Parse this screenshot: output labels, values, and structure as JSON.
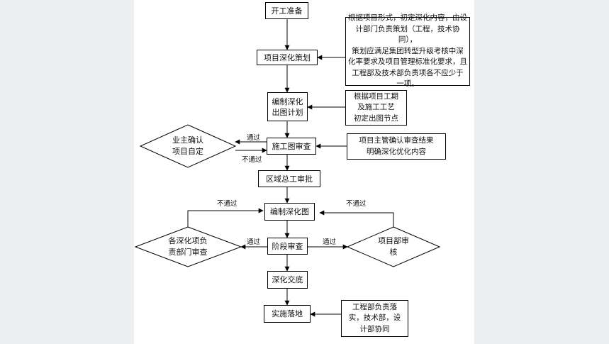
{
  "nodes": {
    "start": "开工准备",
    "plan": "项目深化策划",
    "schedule": "编制深化\n出图计划",
    "review": "施工图审查",
    "region": "区域总工审批",
    "draw": "编制深化图",
    "stage": "阶段审查",
    "handover": "深化交底",
    "implement": "实施落地"
  },
  "decisions": {
    "owner": "业主确认\n项目自定",
    "depts": "各深化项负\n责部门审查",
    "project": "项目部审\n核"
  },
  "notes": {
    "plan_note": "根据项目形式，初定深化内容，由设\n计部门负责策划（工程，技术协同），\n策划应满足集团转型升级考核中深\n化率要求及项目管理标准化要求，且\n工程部及技术部负责项各不应少于\n一项。",
    "schedule_note": "根据项目工期\n及施工工艺\n初定出图节点",
    "review_note": "项目主管确认审查结果\n明确深化优化内容",
    "implement_note": "工程部负责落\n实，技术部，设\n计部协同"
  },
  "labels": {
    "pass": "通过",
    "fail": "不通过"
  }
}
